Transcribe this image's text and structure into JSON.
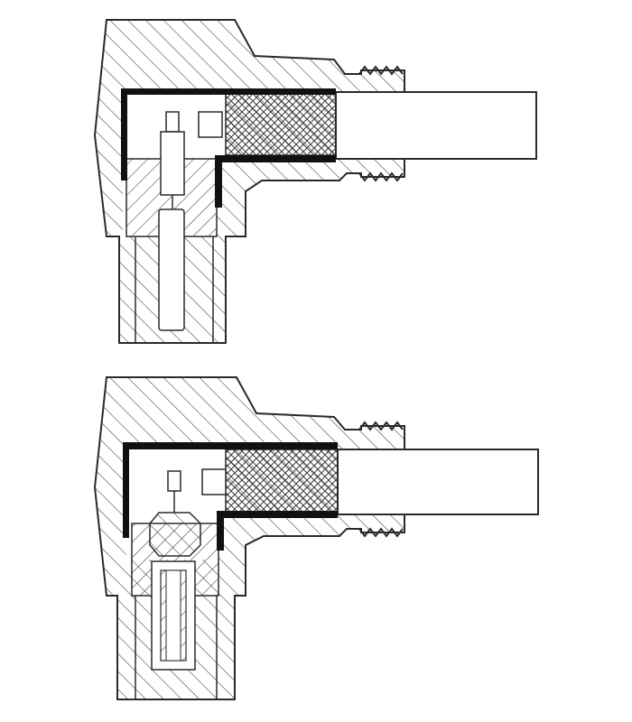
{
  "diagram": {
    "figures": [
      {
        "id": "connector-top",
        "variant": "straight-pin contact"
      },
      {
        "id": "connector-bottom",
        "variant": "socket contact"
      }
    ],
    "colors": {
      "stroke": "#2a2a2a",
      "hatch": "#4a4a4a",
      "crosshatch": "#3a3a3a",
      "conductor": "#111111",
      "background": "#ffffff"
    }
  }
}
